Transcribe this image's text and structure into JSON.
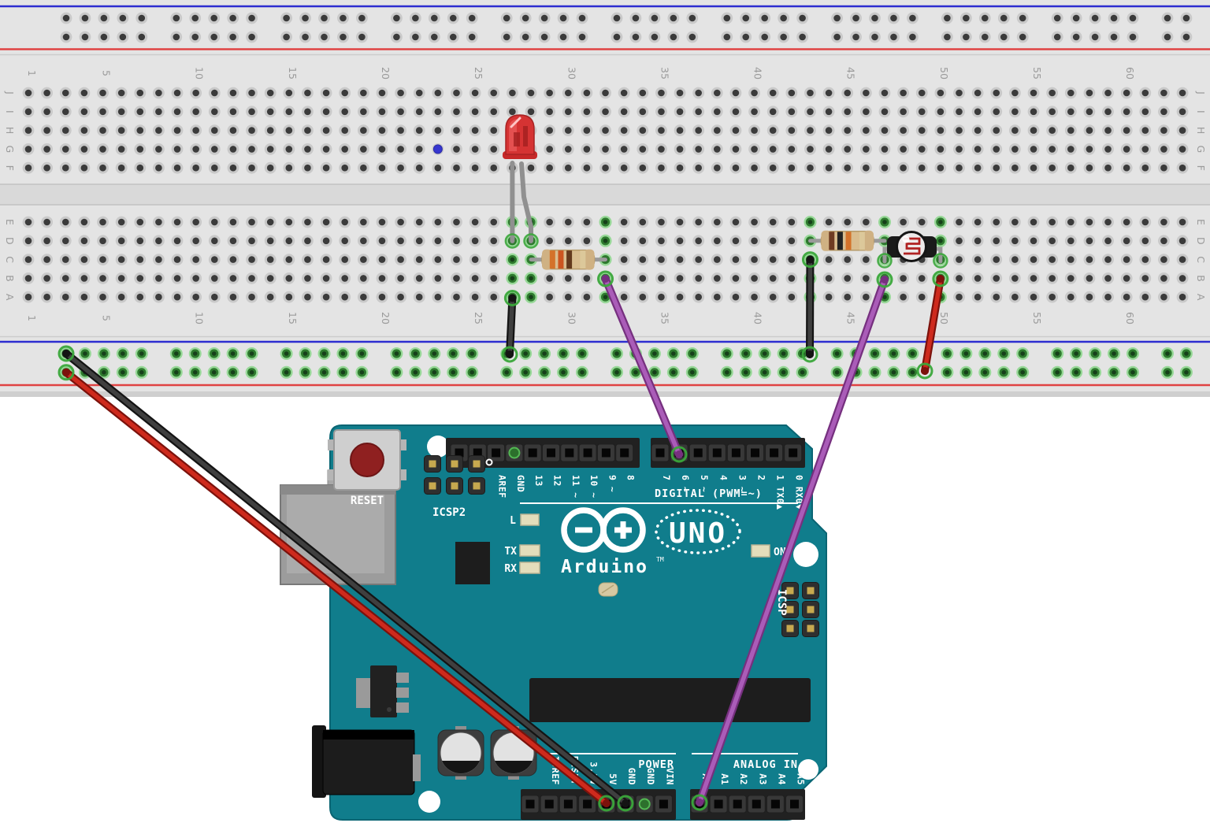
{
  "breadboard": {
    "row_labels_top": [
      "J",
      "I",
      "H",
      "G",
      "F"
    ],
    "row_labels_bottom": [
      "E",
      "D",
      "C",
      "B",
      "A"
    ],
    "column_numbers": [
      "1",
      "5",
      "10",
      "15",
      "20",
      "25",
      "30",
      "35",
      "40",
      "45",
      "50",
      "55",
      "60"
    ],
    "total_columns": 63,
    "connected_columns": [
      27,
      28,
      32,
      43,
      47,
      50
    ],
    "bottom_rails_powered": true,
    "colors": {
      "body": "#e4e4e4",
      "edge": "#cfcfcf",
      "divider": "#d9d9d9",
      "hole": "#3b3b3b",
      "hole_ring": "#c9c9c9",
      "connected_ring": "#8fd68f",
      "connected_hole": "#2e7a2e",
      "connected_center": "#16401a",
      "rail_negative_line": "#2d2dd0",
      "rail_positive_line": "#e04343",
      "labels": "#9b9b9b"
    }
  },
  "arduino": {
    "board_color": "#107d8c",
    "board_edge_color": "#0a6573",
    "labels": {
      "reset": "RESET",
      "icsp2": "ICSP2",
      "icsp": "ICSP",
      "digital_caption": "DIGITAL (PWM=~)",
      "power_caption": "POWER",
      "analog_caption": "ANALOG IN",
      "led_l": "L",
      "led_tx": "TX",
      "led_rx": "RX",
      "led_on": "ON",
      "logo_model": "UNO",
      "brand": "Arduino",
      "brand_tm": "TM"
    },
    "digital_pins_left": [
      "",
      "",
      "AREF",
      "GND",
      "13",
      "12",
      "11 ~",
      "10 ~",
      "9 ~",
      "8"
    ],
    "digital_pins_right": [
      "7",
      "6 ~",
      "5 ~",
      "4",
      "3 ~",
      "2",
      "1 TX0▲",
      "0 RX0▼"
    ],
    "power_pins": [
      "",
      "IOREF",
      "RESET",
      "3.3V",
      "5V",
      "GND",
      "GND",
      "VIN"
    ],
    "analog_pins": [
      "A0",
      "A1",
      "A2",
      "A3",
      "A4",
      "A5"
    ]
  },
  "components": {
    "led": {
      "type": "red-led",
      "color": "#d53333",
      "cathode": "D27",
      "anode": "D28"
    },
    "resistor_led_series": {
      "row": "C",
      "columns": [
        28,
        32
      ],
      "body_color": "#d9bd8f",
      "bands": [
        "#d4722a",
        "#cc5520",
        "#63391d",
        "#dcc89a"
      ]
    },
    "resistor_ldr_divider": {
      "row": "D",
      "columns": [
        43,
        47
      ],
      "body_color": "#d9bd8f",
      "bands": [
        "#6e3b22",
        "#222222",
        "#d4722a",
        "#dcc89a"
      ]
    },
    "photoresistor": {
      "row": "C",
      "columns": [
        47,
        50
      ],
      "face_color": "#edeaea",
      "pattern_color": "#b02222"
    },
    "marker_dot": {
      "hole": "G23",
      "color": "#3636cf"
    }
  },
  "wires": [
    {
      "id": "gnd-main",
      "color_edge": "#141414",
      "color_core": "#3f3f3f",
      "from": "negative-rail-left",
      "to": "gnd-pin"
    },
    {
      "id": "5v-main",
      "color_edge": "#7c120c",
      "color_core": "#ce2a1d",
      "from": "positive-rail-left",
      "to": "5v-pin"
    },
    {
      "id": "led-signal",
      "color_edge": "#76307f",
      "color_core": "#aa5cb8",
      "from": "b32",
      "to": "digital-pin-6"
    },
    {
      "id": "ldr-signal",
      "color_edge": "#76307f",
      "color_core": "#aa5cb8",
      "from": "a0-pin",
      "to": "b47"
    },
    {
      "id": "led-gnd-jumper",
      "color_edge": "#141414",
      "color_core": "#3f3f3f",
      "from": "a27",
      "to": "negative-rail-27"
    },
    {
      "id": "ldr-gnd-jumper",
      "color_edge": "#141414",
      "color_core": "#3f3f3f",
      "from": "c43",
      "to": "negative-rail-43"
    },
    {
      "id": "ldr-5v-jumper",
      "color_edge": "#7c120c",
      "color_core": "#ce2a1d",
      "from": "b50",
      "to": "positive-rail-50"
    }
  ]
}
